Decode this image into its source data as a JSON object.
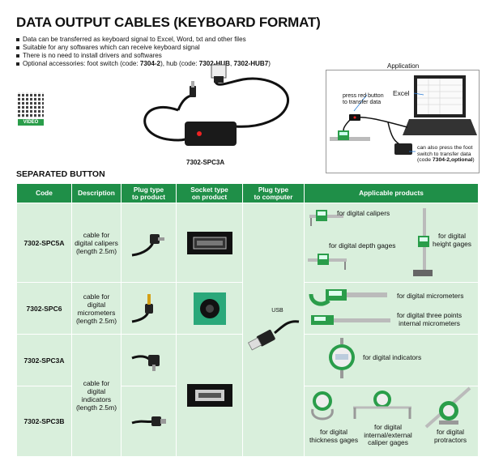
{
  "header": {
    "title": "DATA OUTPUT CABLES (KEYBOARD FORMAT)"
  },
  "bullets": [
    "Data can be transferred as keyboard signal to Excel, Word, txt and other files",
    "Suitable for any softwares which can receive keyboard signal",
    "There is no need to install drivers and softwares"
  ],
  "accessories": {
    "prefix": "Optional accessories: foot switch (code: ",
    "code1": "7304-2",
    "mid": "), hub (code: ",
    "code2": "7302-HUB",
    "sep": ", ",
    "code3": "7302-HUB7",
    "suffix": ")"
  },
  "video_label": "VIDEO",
  "product_label": "7302-SPC3A",
  "application": {
    "title": "Application",
    "excel": "Excel",
    "red_button": "press red button\nto transfer data",
    "foot_note_1": "can also press the foot",
    "foot_note_2": "switch to transfer data",
    "foot_note_3_prefix": "(code ",
    "foot_note_3_code": "7304-2,optional",
    "foot_note_3_suffix": ")"
  },
  "section_title": "SEPARATED BUTTON",
  "table": {
    "headers": {
      "code": "Code",
      "description": "Description",
      "plug_product": "Plug type\nto product",
      "socket_product": "Socket type\non product",
      "plug_computer": "Plug type\nto computer",
      "applicable": "Applicable products"
    },
    "usb_label": "USB",
    "rows": [
      {
        "code": "7302-SPC5A",
        "description": "cable for\ndigital calipers\n(length 2.5m)"
      },
      {
        "code": "7302-SPC6",
        "description": "cable for\ndigital\nmicrometers\n(length 2.5m)"
      },
      {
        "code": "7302-SPC3A",
        "description": "cable for\ndigital\nindicators\n(length 2.5m)"
      },
      {
        "code": "7302-SPC3B"
      }
    ],
    "products": {
      "calipers": "for digital calipers",
      "depth_gages": "for digital depth gages",
      "height_gages": "for digital\nheight gages",
      "micrometers": "for digital micrometers",
      "three_points": "for digital three points\ninternal micrometers",
      "indicators": "for digital indicators",
      "thickness": "for digital\nthickness gages",
      "internal_external": "for digital\ninternal/external\ncaliper gages",
      "protractors": "for digital\nprotractors"
    }
  },
  "colors": {
    "header_green": "#1f8f48",
    "cell_green": "#d9efdc",
    "device_green": "#2a9d4a"
  }
}
